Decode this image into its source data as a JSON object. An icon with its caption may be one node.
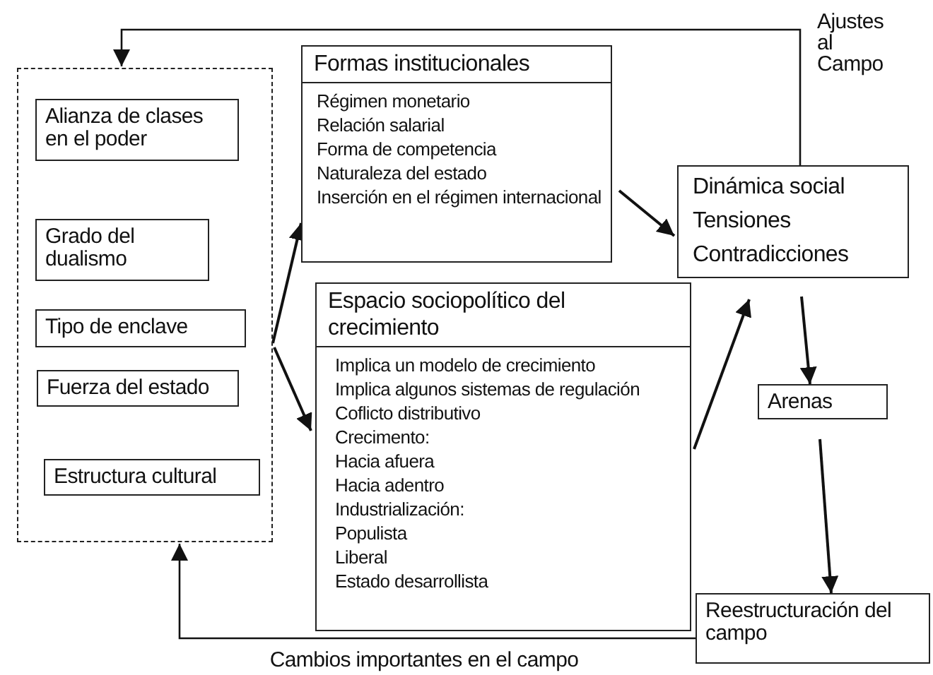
{
  "diagram": {
    "nodes": [
      {
        "text": [],
        "shape": "box"
      },
      {
        "text": [
          "Alianza de clases en el poder"
        ],
        "in": 0
      },
      {
        "text": [
          "Grado del dualismo"
        ],
        "in": 0
      },
      {
        "text": [
          "Tipo de enclave"
        ],
        "in": 0
      },
      {
        "text": [
          "Fuerza del estado"
        ],
        "in": 0
      },
      {
        "text": [
          "Estructura cultural"
        ],
        "in": 0
      },
      {
        "text": [
          "Formas institucionales",
          "Régimen monetario",
          "Relación salarial",
          "Forma de competencia",
          "Naturaleza del estado",
          "Inserción en el régimen internacional"
        ]
      },
      {
        "text": [
          "Espacio sociopolítico del crecimiento",
          "Implica un modelo de crecimiento",
          "Implica algunos sistemas de regulación",
          "Coflicto distributivo",
          "Crecimento:",
          "Hacia afuera",
          "Hacia adentro",
          "Industrialización:",
          "Populista",
          "Liberal",
          "Estado desarrollista"
        ]
      },
      {
        "text": [
          "Dinámica social",
          "Tensiones",
          "Contradicciones"
        ]
      },
      {
        "text": [
          "Arenas"
        ]
      },
      {
        "text": [
          "Reestructuración del campo"
        ]
      }
    ],
    "edges": [
      {
        "from": 0,
        "to": 6,
        "arrow": "to"
      },
      {
        "from": 0,
        "to": 7,
        "arrow": "to"
      },
      {
        "from": 6,
        "to": 8,
        "arrow": "to"
      },
      {
        "from": 7,
        "to": 8,
        "arrow": "to"
      },
      {
        "from": 8,
        "to": 9,
        "arrow": "to"
      },
      {
        "from": 9,
        "to": 10,
        "arrow": "to"
      },
      {
        "from": 8,
        "to": 0,
        "arrow": "to",
        "label": "Ajustes al Campo"
      },
      {
        "from": 10,
        "to": 0,
        "arrow": "to",
        "label": "Cambios importantes en el campo"
      }
    ]
  }
}
